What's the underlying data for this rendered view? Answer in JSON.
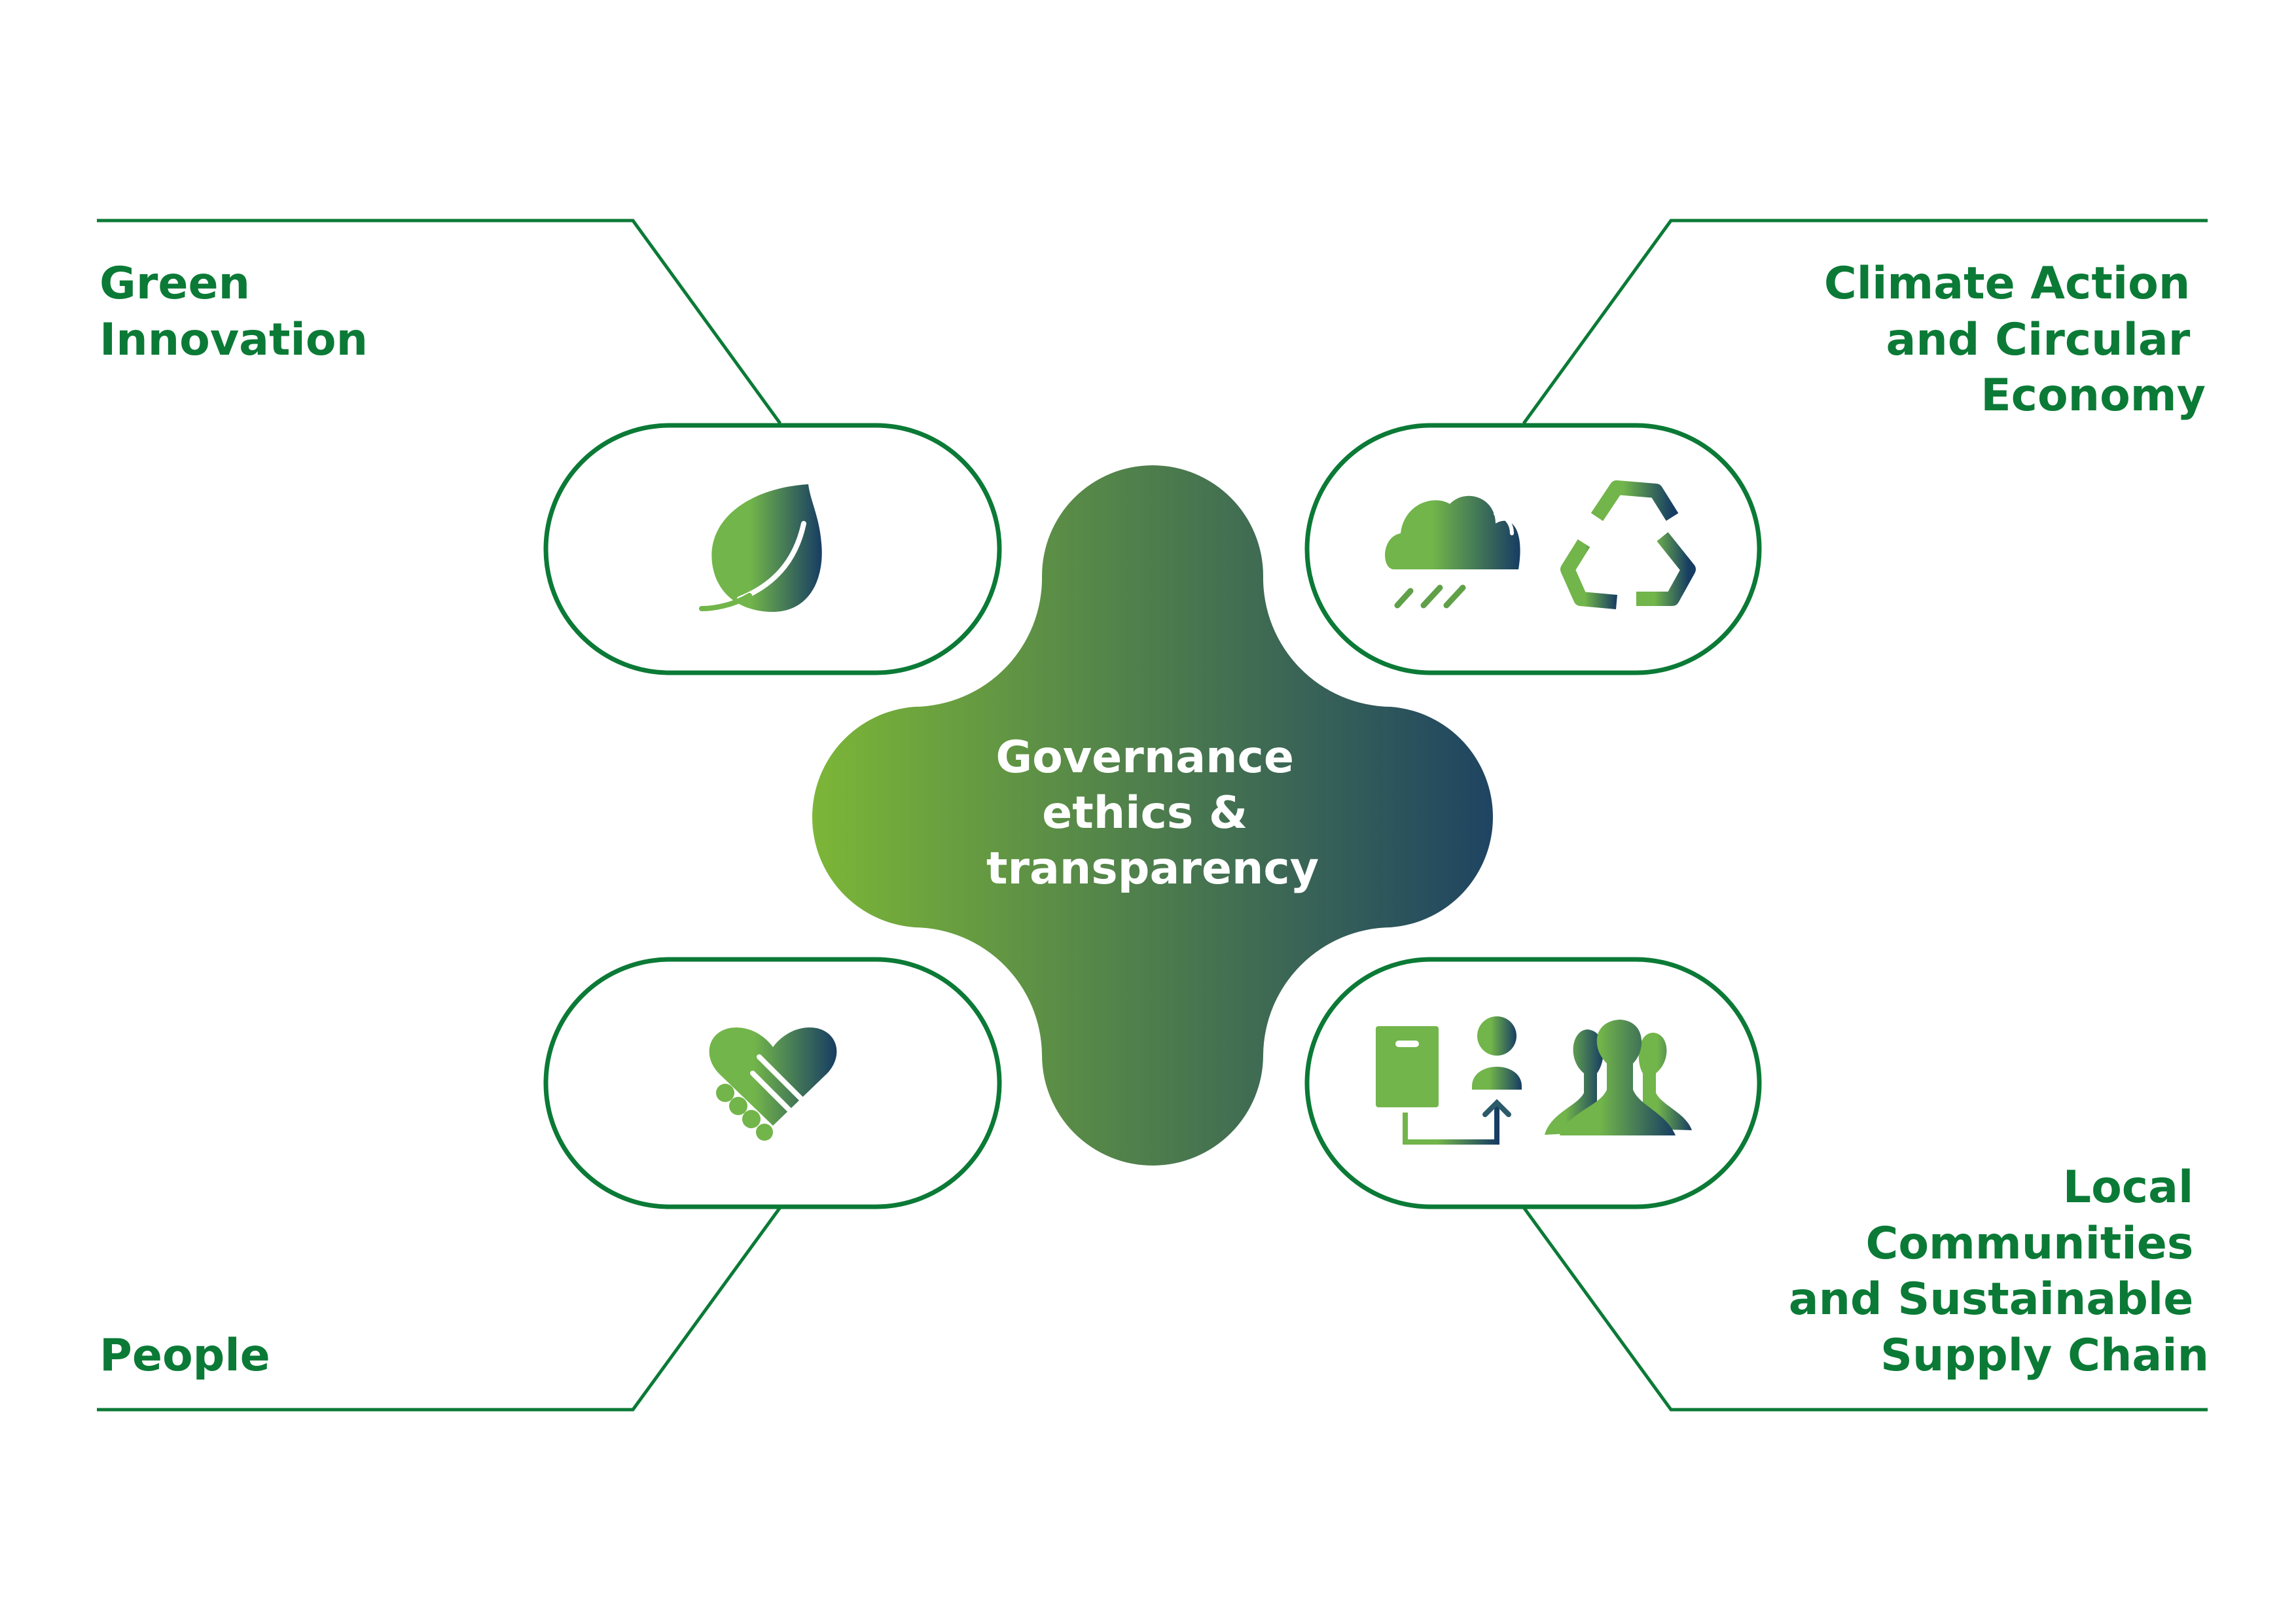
{
  "center": {
    "lines": [
      "Governance",
      "ethics &",
      "transparency"
    ]
  },
  "pillars": [
    {
      "id": "green-innovation",
      "lines": [
        "Green",
        "Innovation"
      ],
      "icons": [
        "leaf-icon"
      ]
    },
    {
      "id": "climate-action",
      "lines": [
        "Climate Action",
        "and Circular",
        "Economy"
      ],
      "icons": [
        "rain-cloud-icon",
        "recycle-icon"
      ]
    },
    {
      "id": "people",
      "lines": [
        "People"
      ],
      "icons": [
        "handshake-heart-icon"
      ]
    },
    {
      "id": "local-communities",
      "lines": [
        "Local",
        "Communities",
        "and Sustainable",
        "Supply Chain"
      ],
      "icons": [
        "supply-chain-icon",
        "community-group-icon"
      ]
    }
  ],
  "colors": {
    "line": "#0b7a36",
    "gradient_start": "#7cb637",
    "gradient_end": "#1f4462"
  }
}
